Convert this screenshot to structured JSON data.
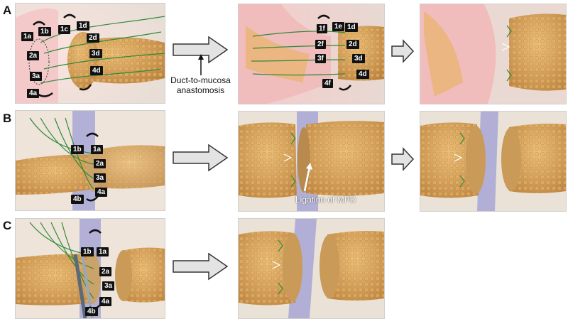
{
  "rows": [
    {
      "label": "A"
    },
    {
      "label": "B"
    },
    {
      "label": "C"
    }
  ],
  "panelA1": {
    "tags": [
      "1a",
      "1b",
      "1c",
      "1d",
      "2a",
      "2d",
      "3a",
      "3d",
      "4a",
      "4d"
    ]
  },
  "panelA2": {
    "tags": [
      "1f",
      "1e",
      "1d",
      "2f",
      "2d",
      "3f",
      "3d",
      "4f",
      "4d"
    ]
  },
  "panelB1": {
    "tags": [
      "1b",
      "1a",
      "2a",
      "3a",
      "4a",
      "4b"
    ]
  },
  "panelC1": {
    "tags": [
      "1b",
      "1a",
      "2a",
      "3a",
      "4a",
      "4b"
    ]
  },
  "annotations": {
    "duct_line1": "Duct-to-mucosa",
    "duct_line2": "anastomosis",
    "ligation": "Ligation of MPD"
  },
  "colors": {
    "suture": "#2f8a3a",
    "pancreas": "#d9a35a",
    "bowel": "#f2c4c4",
    "vessel": "#8d8fd0"
  }
}
